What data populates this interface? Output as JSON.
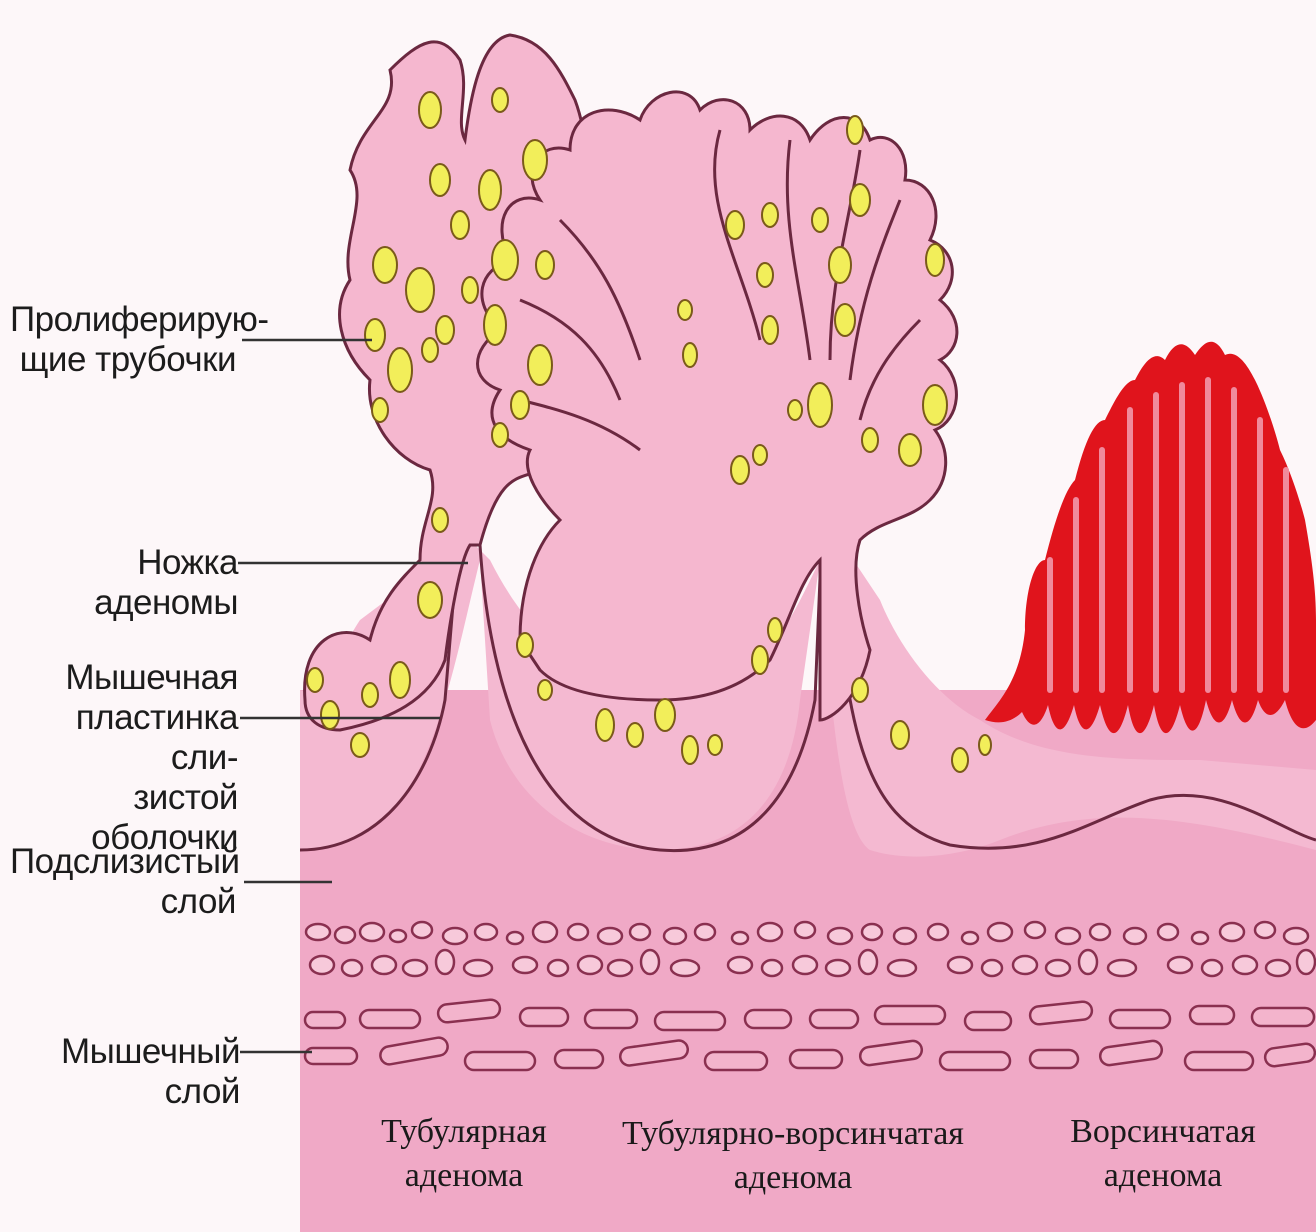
{
  "labels": {
    "proliferating_tubules": "Пролиферирую-\nщие трубочки",
    "adenoma_stalk": "Ножка аденомы",
    "muscularis_mucosae": "Мышечная\nпластинка сли-\nзистой оболочки",
    "submucosa": "Подслизистый\nслой",
    "muscle_layer": "Мышечный слой"
  },
  "captions": {
    "tubular": "Тубулярная аденома",
    "tubulovillous": "Тубулярно-ворсинчатая\nаденома",
    "villous": "Ворсинчатая аденома"
  },
  "colors": {
    "tissue": "#f3a8c8",
    "tissue_light": "#f7c3d8",
    "outline": "#7a2e48",
    "gland": "#f2ee5a",
    "villous": "#e0141c"
  }
}
